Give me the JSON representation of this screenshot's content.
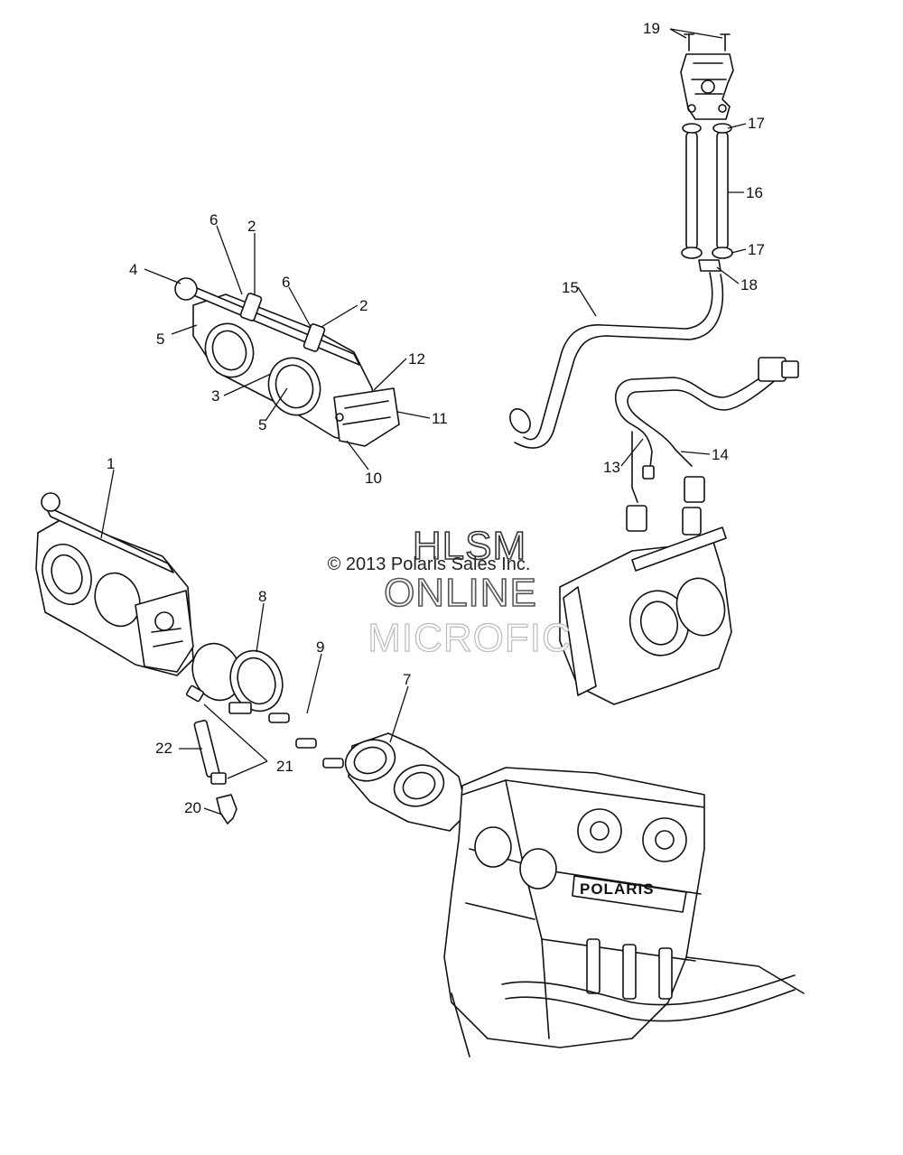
{
  "watermark": {
    "copyright": "© 2013 Polaris Sales Inc.",
    "line1": "HLSM",
    "line2": "ONLINE",
    "line3": "MICROFIC"
  },
  "engine_brand": "POLARIS",
  "callouts": [
    "19",
    "17",
    "16",
    "17",
    "18",
    "15",
    "6",
    "2",
    "4",
    "6",
    "2",
    "5",
    "12",
    "3",
    "11",
    "5",
    "10",
    "14",
    "13",
    "1",
    "8",
    "9",
    "7",
    "22",
    "21",
    "20"
  ]
}
